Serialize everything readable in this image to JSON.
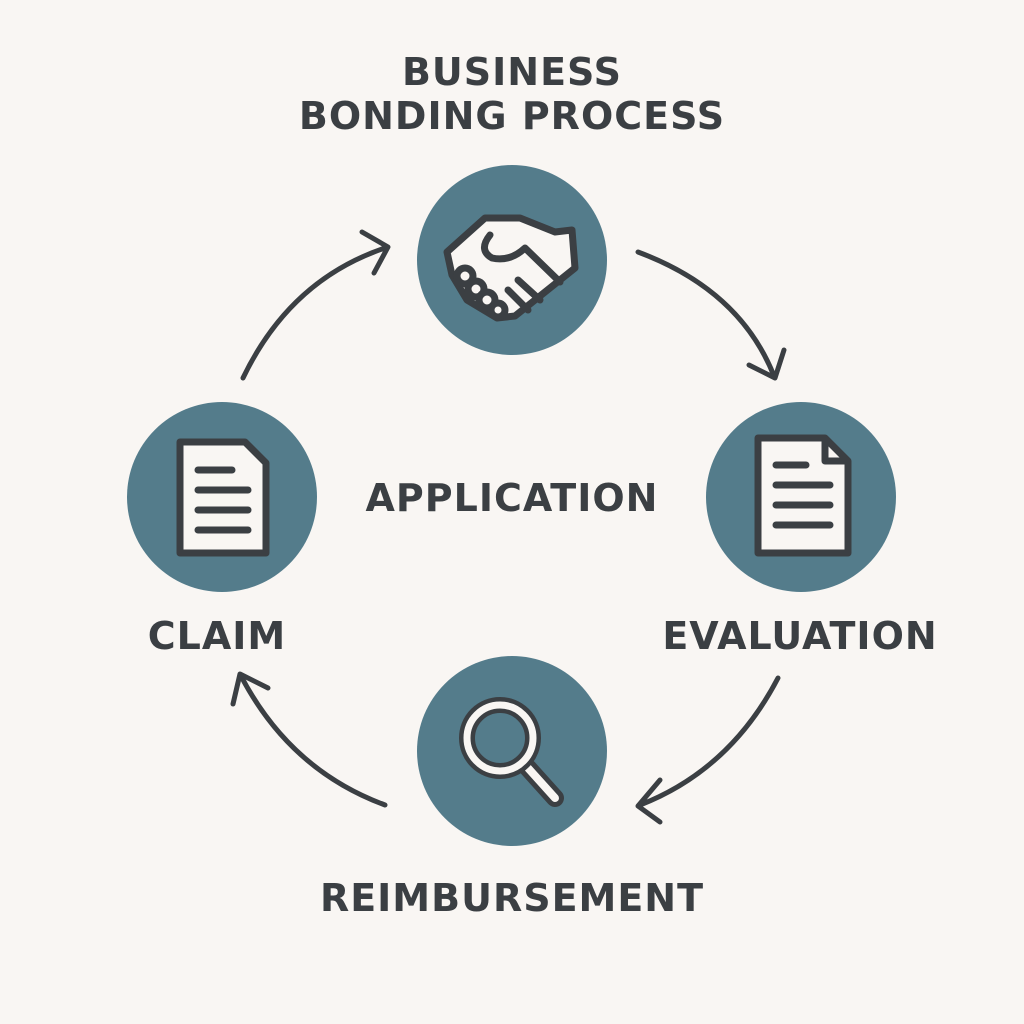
{
  "title_line1": "BUSINESS",
  "title_line2": "BONDING PROCESS",
  "steps": {
    "application": "APPLICATION",
    "evaluation": "EVALUATION",
    "reimbursement": "REIMBURSEMENT",
    "claim": "CLAIM"
  },
  "colors": {
    "circle": "#547c8b",
    "ink": "#3b3f43",
    "background": "#f9f6f3"
  }
}
